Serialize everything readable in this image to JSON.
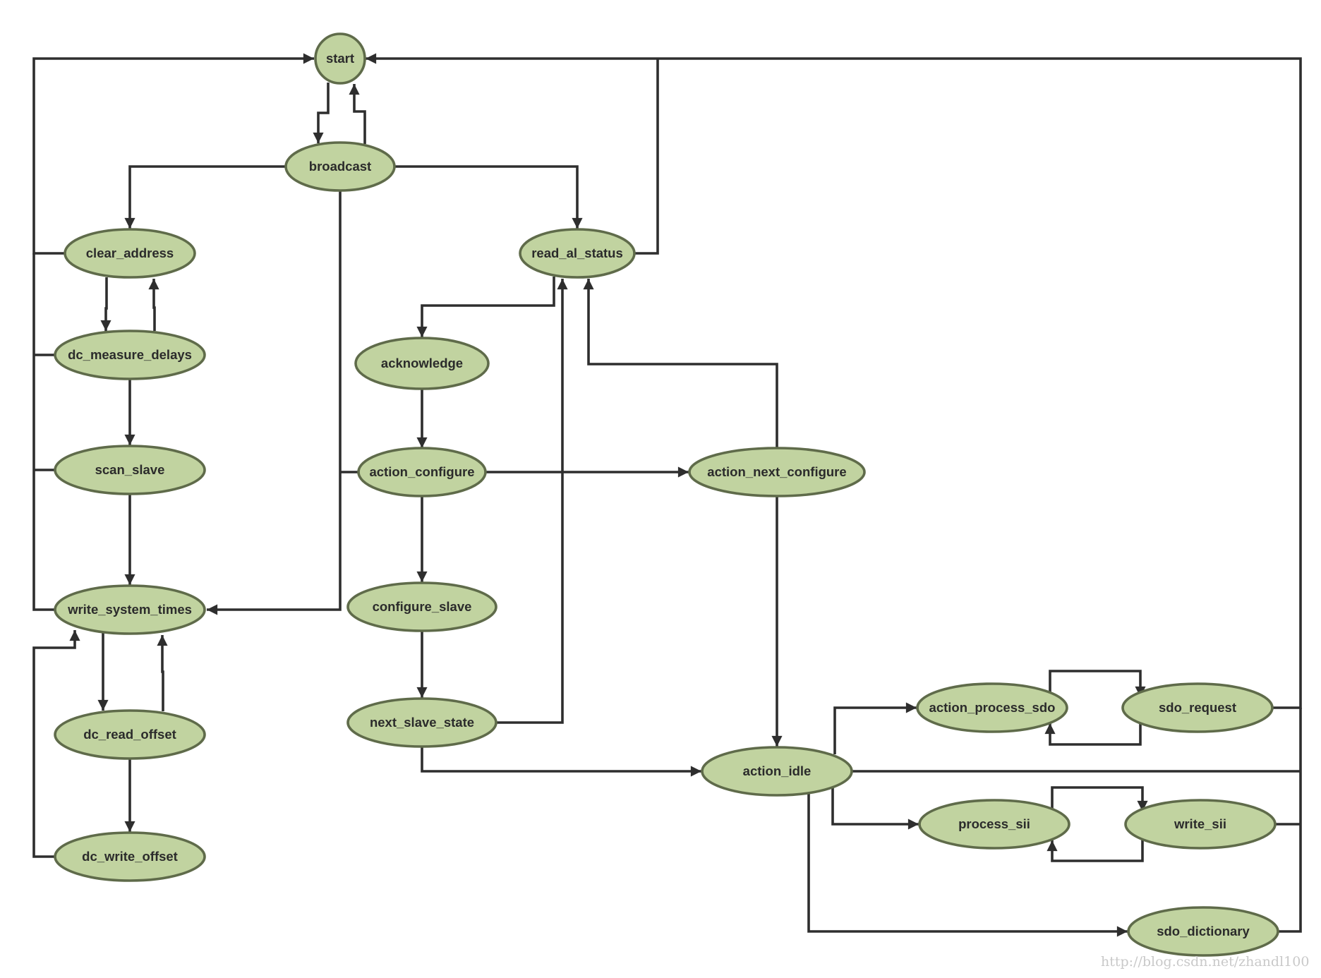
{
  "diagram": {
    "nodes": [
      {
        "id": "start",
        "label": "start"
      },
      {
        "id": "broadcast",
        "label": "broadcast"
      },
      {
        "id": "clear_address",
        "label": "clear_address"
      },
      {
        "id": "dc_measure_delays",
        "label": "dc_measure_delays"
      },
      {
        "id": "scan_slave",
        "label": "scan_slave"
      },
      {
        "id": "write_system_times",
        "label": "write_system_times"
      },
      {
        "id": "dc_read_offset",
        "label": "dc_read_offset"
      },
      {
        "id": "dc_write_offset",
        "label": "dc_write_offset"
      },
      {
        "id": "read_al_status",
        "label": "read_al_status"
      },
      {
        "id": "acknowledge",
        "label": "acknowledge"
      },
      {
        "id": "action_configure",
        "label": "action_configure"
      },
      {
        "id": "configure_slave",
        "label": "configure_slave"
      },
      {
        "id": "next_slave_state",
        "label": "next_slave_state"
      },
      {
        "id": "action_next_configure",
        "label": "action_next_configure"
      },
      {
        "id": "action_idle",
        "label": "action_idle"
      },
      {
        "id": "action_process_sdo",
        "label": "action_process_sdo"
      },
      {
        "id": "sdo_request",
        "label": "sdo_request"
      },
      {
        "id": "process_sii",
        "label": "process_sii"
      },
      {
        "id": "write_sii",
        "label": "write_sii"
      },
      {
        "id": "sdo_dictionary",
        "label": "sdo_dictionary"
      }
    ],
    "edges": [
      {
        "from": "start",
        "to": "broadcast"
      },
      {
        "from": "broadcast",
        "to": "start"
      },
      {
        "from": "broadcast",
        "to": "clear_address"
      },
      {
        "from": "broadcast",
        "to": "read_al_status"
      },
      {
        "from": "broadcast",
        "to": "write_system_times"
      },
      {
        "from": "clear_address",
        "to": "dc_measure_delays"
      },
      {
        "from": "dc_measure_delays",
        "to": "clear_address"
      },
      {
        "from": "dc_measure_delays",
        "to": "scan_slave"
      },
      {
        "from": "scan_slave",
        "to": "write_system_times"
      },
      {
        "from": "clear_address",
        "to": "start"
      },
      {
        "from": "dc_measure_delays",
        "to": "start"
      },
      {
        "from": "scan_slave",
        "to": "start"
      },
      {
        "from": "write_system_times",
        "to": "start"
      },
      {
        "from": "write_system_times",
        "to": "dc_read_offset"
      },
      {
        "from": "dc_read_offset",
        "to": "write_system_times"
      },
      {
        "from": "dc_read_offset",
        "to": "dc_write_offset"
      },
      {
        "from": "dc_write_offset",
        "to": "write_system_times"
      },
      {
        "from": "read_al_status",
        "to": "start"
      },
      {
        "from": "read_al_status",
        "to": "acknowledge"
      },
      {
        "from": "acknowledge",
        "to": "action_configure"
      },
      {
        "from": "action_configure",
        "to": "action_next_configure"
      },
      {
        "from": "action_configure",
        "to": "configure_slave"
      },
      {
        "from": "action_configure",
        "to": "write_system_times"
      },
      {
        "from": "configure_slave",
        "to": "next_slave_state"
      },
      {
        "from": "next_slave_state",
        "to": "read_al_status"
      },
      {
        "from": "next_slave_state",
        "to": "action_idle"
      },
      {
        "from": "action_next_configure",
        "to": "read_al_status"
      },
      {
        "from": "action_next_configure",
        "to": "action_idle"
      },
      {
        "from": "action_idle",
        "to": "action_process_sdo"
      },
      {
        "from": "action_idle",
        "to": "process_sii"
      },
      {
        "from": "action_idle",
        "to": "sdo_dictionary"
      },
      {
        "from": "action_idle",
        "to": "start"
      },
      {
        "from": "action_process_sdo",
        "to": "sdo_request"
      },
      {
        "from": "sdo_request",
        "to": "action_process_sdo"
      },
      {
        "from": "process_sii",
        "to": "write_sii"
      },
      {
        "from": "write_sii",
        "to": "process_sii"
      },
      {
        "from": "sdo_request",
        "to": "start"
      },
      {
        "from": "write_sii",
        "to": "start"
      },
      {
        "from": "sdo_dictionary",
        "to": "start"
      }
    ]
  },
  "watermark": "http://blog.csdn.net/zhandl100"
}
